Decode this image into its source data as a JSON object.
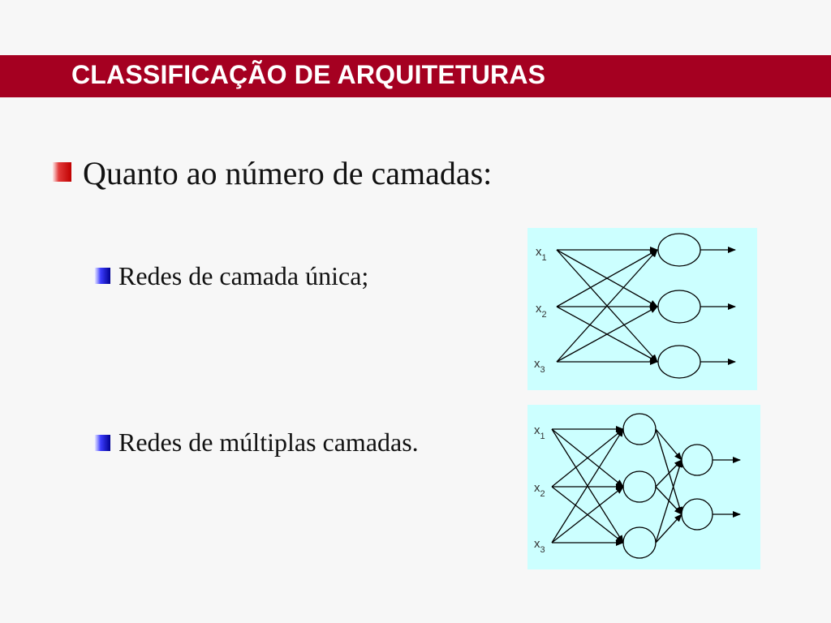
{
  "slide": {
    "title": "CLASSIFICAÇÃO DE ARQUITETURAS",
    "bullet_main": "Quanto ao número de camadas:",
    "sub_items": [
      {
        "label": "Redes de camada única",
        "suffix": ";"
      },
      {
        "label": "Redes de múltiplas camadas",
        "suffix": "."
      }
    ]
  },
  "diagram_single": {
    "inputs": [
      {
        "base": "x",
        "sub": "1"
      },
      {
        "base": "x",
        "sub": "2"
      },
      {
        "base": "x",
        "sub": "3"
      }
    ]
  },
  "diagram_multi": {
    "inputs": [
      {
        "base": "x",
        "sub": "1"
      },
      {
        "base": "x",
        "sub": "2"
      },
      {
        "base": "x",
        "sub": "3"
      }
    ]
  },
  "colors": {
    "title_bar": "#a50021",
    "diagram_bg": "#ccffff"
  }
}
